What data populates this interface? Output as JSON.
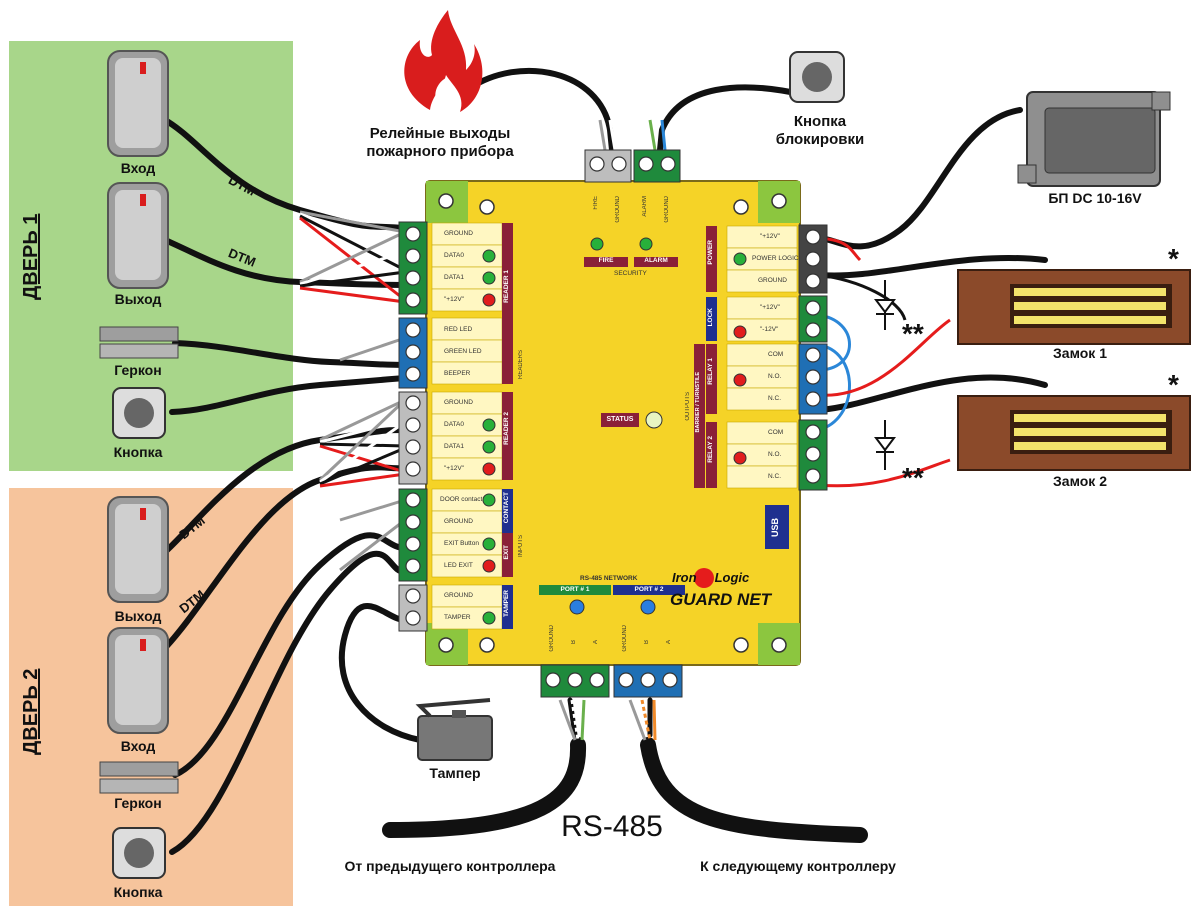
{
  "zones": {
    "door1": "ДВЕРЬ 1",
    "door2": "ДВЕРЬ 2"
  },
  "devices": {
    "fire_relay": "Релейные выходы\nпожарного прибора",
    "block_button": "Кнопка\nблокировки",
    "power_supply": "БП  DC 10-16V",
    "lock1": "Замок 1",
    "lock2": "Замок 2",
    "door1_entry": "Вход",
    "door1_exit": "Выход",
    "door1_reed": "Геркон",
    "door1_button": "Кнопка",
    "door2_exit": "Выход",
    "door2_entry": "Вход",
    "door2_reed": "Геркон",
    "door2_button": "Кнопка",
    "tamper": "Тампер"
  },
  "cable_labels": {
    "dtm": "DTM",
    "rs485": "RS-485",
    "prev_controller": "От предыдущего контроллера",
    "next_controller": "К следующему контроллеру",
    "star": "*",
    "double_star": "**"
  },
  "board": {
    "brand_left": "Iron",
    "brand_right": "Logic",
    "product": "GUARD NET",
    "status": "STATUS",
    "usb": "USB",
    "rs485_network": "RS-485 NETWORK",
    "port1": "PORT # 1",
    "port2": "PORT # 2",
    "port_pins": [
      "GROUND",
      "B",
      "A"
    ],
    "reader1_pins": [
      "GROUND",
      "DATA0",
      "DATA1",
      "\"+12V\""
    ],
    "reader1_led_pins": [
      "RED LED",
      "GREEN LED",
      "BEEPER"
    ],
    "reader2_pins": [
      "GROUND",
      "DATA0",
      "DATA1",
      "\"+12V\""
    ],
    "contact_pins": [
      "DOOR contact",
      "GROUND"
    ],
    "exit_pins": [
      "EXIT Button",
      "LED EXIT"
    ],
    "tamper_pins": [
      "GROUND",
      "TAMPER"
    ],
    "tags": {
      "reader1": "READER 1",
      "reader2": "READER 2",
      "readers": "READERS",
      "contact": "CONTACT",
      "exit": "EXIT",
      "inputs": "INPUTS",
      "tamper": "TAMPER",
      "fire": "FIRE",
      "alarm": "ALARM",
      "security": "SECURITY",
      "power": "POWER",
      "lock": "LOCK",
      "relay1": "RELAY 1",
      "relay2": "RELAY 2",
      "barrier": "BARRIER / TURNSTILE",
      "outputs": "OUTPUTS"
    },
    "top_pins": [
      "FIRE",
      "GROUND",
      "ALARM",
      "GROUND"
    ],
    "power_pins": [
      "\"+12V\"",
      "POWER LOGIC",
      "GROUND"
    ],
    "lock_pins": [
      "\"+12V\"",
      "\"-12V\""
    ],
    "relay1_pins": [
      "COM",
      "N.O.",
      "N.C."
    ],
    "relay2_pins": [
      "COM",
      "N.O.",
      "N.C."
    ]
  },
  "colors": {
    "door1_zone": "#a8d68a",
    "door2_zone": "#f6c49c",
    "board": "#f5d327",
    "board_border": "#7a6a1a",
    "corner_green": "#8cc63f",
    "terminal_green": "#1f8a3c",
    "terminal_blue": "#1f6fb4",
    "terminal_grey": "#bdbdbd",
    "reader_tag": "#8a2038",
    "lock_tag": "#1f2f8f",
    "led_green": "#28b03a",
    "led_red": "#e11d1d",
    "led_blue": "#2a7ee0",
    "lock_body": "#8b4a2a",
    "wire_red": "#e51c1c",
    "wire_black": "#111111",
    "wire_blue": "#2b87d8"
  },
  "icons": [
    "flame-icon",
    "reader-icon",
    "reed-switch-icon",
    "button-icon",
    "power-supply-icon",
    "maglock-icon",
    "diode-icon",
    "tamper-icon",
    "screw-icon"
  ]
}
